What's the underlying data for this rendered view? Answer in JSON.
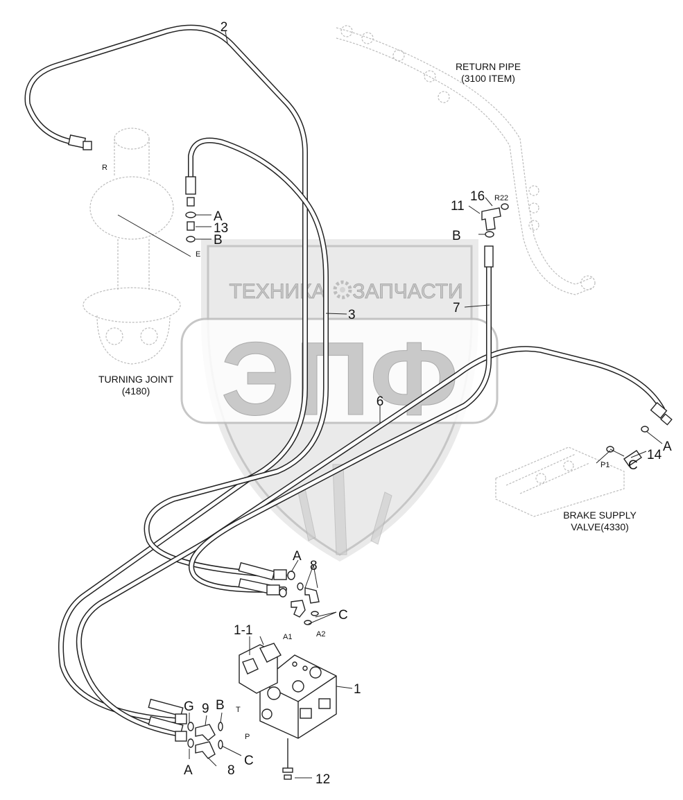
{
  "watermark": {
    "top_text_left": "ТЕХНИКА",
    "top_text_right": "ЗАПЧАСТИ",
    "logo_letters": "ЭПФ"
  },
  "callouts": {
    "hose_2": "2",
    "hose_3": "3",
    "hose_6": "6",
    "hose_7": "7",
    "valve_1": "1",
    "solenoid_1_1": "1-1",
    "elbow_8_top": "8",
    "elbow_8_bottom": "8",
    "elbow_9": "9",
    "tee_11": "11",
    "bolt_12": "12",
    "adapter_13": "13",
    "adapter_14": "14",
    "fitting_16": "16"
  },
  "seals": {
    "A_left_top": "A",
    "B_left": "B",
    "B_right": "B",
    "A_right": "A",
    "C_right": "C",
    "A_middle": "A",
    "C_middle": "C",
    "G_bottom": "G",
    "B_bottom": "B",
    "A_bottom": "A",
    "C_bottom": "C"
  },
  "ports": {
    "R": "R",
    "E": "E",
    "R22": "R22",
    "P1": "P1",
    "A1": "A1",
    "A2": "A2",
    "T": "T",
    "P": "P"
  },
  "captions": {
    "return_pipe_line1": "RETURN PIPE",
    "return_pipe_line2": "(3100 ITEM)",
    "turning_joint_line1": "TURNING JOINT",
    "turning_joint_line2": "(4180)",
    "brake_valve_line1": "BRAKE SUPPLY",
    "brake_valve_line2": "VALVE(4330)"
  }
}
